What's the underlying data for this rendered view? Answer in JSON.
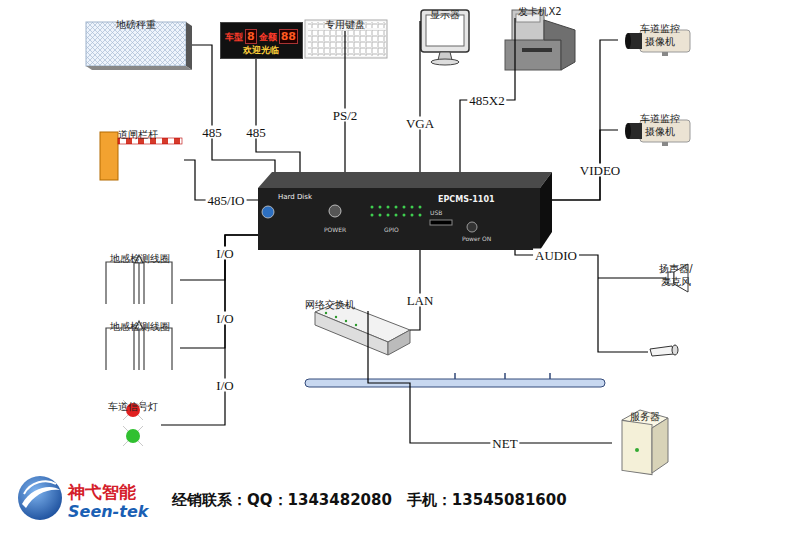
{
  "diagram": {
    "nodes": [
      {
        "text": [
          "地磅秤重"
        ]
      },
      {
        "text": [
          "车型",
          "8",
          "金额",
          "88",
          "欢迎光临"
        ]
      },
      {
        "text": [
          "专用键盘"
        ]
      },
      {
        "text": [
          "显示器"
        ]
      },
      {
        "text": [
          "发卡机X2"
        ]
      },
      {
        "text": [
          "车道监控 摄像机"
        ]
      },
      {
        "text": [
          "车道监控 摄像机"
        ]
      },
      {
        "text": [
          "道闸栏杆"
        ]
      },
      {
        "text": [
          "Hard Disk",
          "EPCMS-1101",
          "POWER",
          "GPIO",
          "USB",
          "Power ON"
        ]
      },
      {
        "text": [
          "地感检测线圈"
        ]
      },
      {
        "text": [
          "扬声器/ 麦克风"
        ]
      },
      {
        "text": [
          "网络交换机"
        ]
      },
      {
        "text": [
          "地感检测线圈"
        ]
      },
      {
        "text": [
          "车道信号灯"
        ]
      },
      {
        "text": [
          "服务器"
        ]
      }
    ],
    "edges": [
      {
        "from": 0,
        "to": 8,
        "label": "485",
        "arrow": "none"
      },
      {
        "from": 1,
        "to": 8,
        "label": "485",
        "arrow": "none"
      },
      {
        "from": 2,
        "to": 8,
        "label": "PS/2",
        "arrow": "none"
      },
      {
        "from": 3,
        "to": 8,
        "label": "VGA",
        "arrow": "none"
      },
      {
        "from": 4,
        "to": 8,
        "label": "485X2",
        "arrow": "none"
      },
      {
        "from": 5,
        "to": 8,
        "label": "VIDEO",
        "arrow": "none"
      },
      {
        "from": 6,
        "to": 8,
        "arrow": "none"
      },
      {
        "from": 7,
        "to": 8,
        "label": "485/IO",
        "arrow": "none"
      },
      {
        "from": 9,
        "to": 8,
        "label": "I/O",
        "arrow": "none"
      },
      {
        "from": 12,
        "to": 8,
        "label": "I/O",
        "arrow": "none"
      },
      {
        "from": 13,
        "to": 8,
        "label": "I/O",
        "arrow": "none"
      },
      {
        "from": 8,
        "to": 11,
        "label": "LAN",
        "arrow": "none"
      },
      {
        "from": 8,
        "to": 10,
        "label": "AUDIO",
        "arrow": "none"
      },
      {
        "from": 11,
        "to": 14,
        "label": "NET",
        "arrow": "none"
      }
    ],
    "labels": [
      "神弋智能",
      "Seen-tek",
      "经销联系：QQ：1343482080　手机：13545081600"
    ]
  }
}
